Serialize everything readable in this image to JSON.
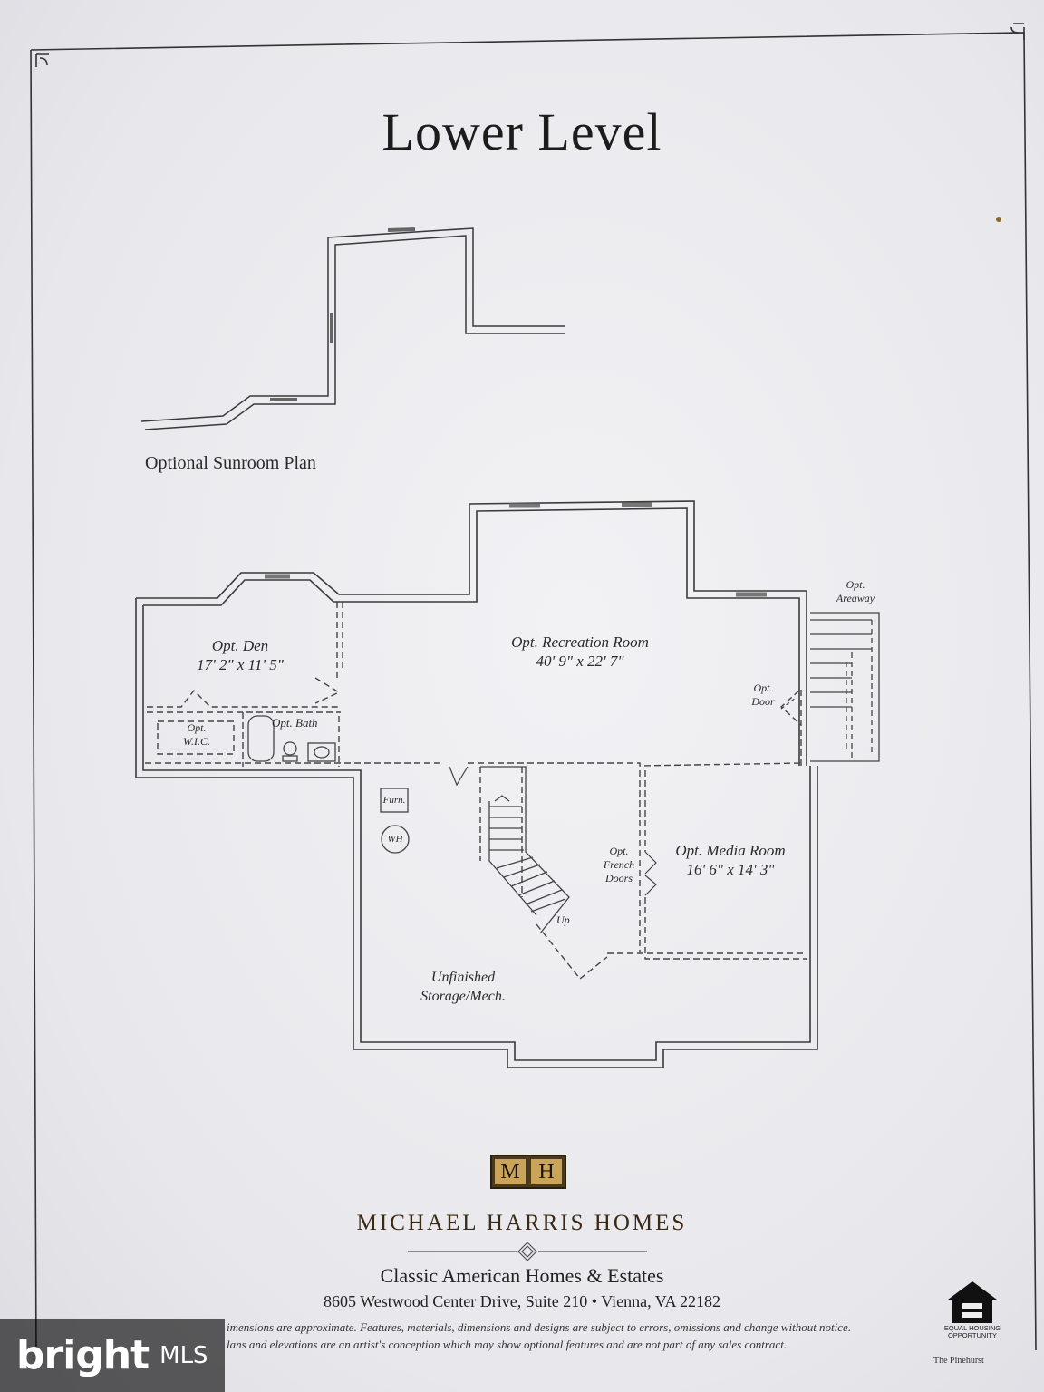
{
  "title": "Lower Level",
  "sunroom_caption": "Optional Sunroom Plan",
  "rooms": {
    "den": {
      "name": "Opt. Den",
      "size": "17' 2\" x 11' 5\""
    },
    "recreation": {
      "name": "Opt. Recreation Room",
      "size": "40' 9\" x 22' 7\""
    },
    "media": {
      "name": "Opt. Media Room",
      "size": "16' 6\" x 14' 3\""
    },
    "wic": {
      "line1": "Opt.",
      "line2": "W.I.C."
    },
    "bath": "Opt. Bath",
    "areaway": {
      "line1": "Opt.",
      "line2": "Areaway"
    },
    "door": {
      "line1": "Opt.",
      "line2": "Door"
    },
    "french_doors": {
      "line1": "Opt.",
      "line2": "French",
      "line3": "Doors"
    },
    "furnace": "Furn.",
    "water_heater": "WH",
    "stairs_up": "Up",
    "storage": {
      "line1": "Unfinished",
      "line2": "Storage/Mech."
    }
  },
  "footer": {
    "logo_left": "M",
    "logo_right": "H",
    "company": "MICHAEL HARRIS HOMES",
    "tagline": "Classic American Homes & Estates",
    "address": "8605 Westwood Center Drive, Suite 210 • Vienna, VA 22182",
    "disclaimer_1": "imensions are approximate. Features, materials, dimensions and designs are subject to errors, omissions and change without notice.",
    "disclaimer_2": "lans and elevations are an artist's conception which may show optional features and are not part of any sales contract.",
    "equal_housing": "EQUAL HOUSING OPPORTUNITY",
    "model": "The Pinehurst"
  },
  "watermark": {
    "brand": "bright",
    "suffix": "MLS"
  }
}
